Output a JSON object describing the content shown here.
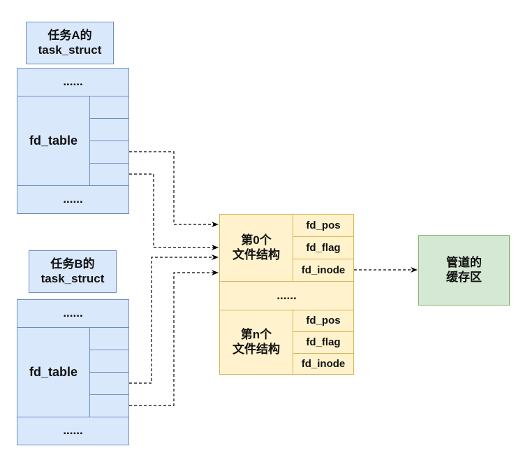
{
  "diagram": {
    "task_a": {
      "label": "任务A的\ntask_struct",
      "top_ellipsis": "......",
      "fd_table_label": "fd_table",
      "bottom_ellipsis": "......",
      "slot_count": 4
    },
    "task_b": {
      "label": "任务B的\ntask_struct",
      "top_ellipsis": "......",
      "fd_table_label": "fd_table",
      "bottom_ellipsis": "......",
      "slot_count": 4
    },
    "file_table": {
      "file_0": {
        "label": "第0个\n文件结构",
        "fields": [
          "fd_pos",
          "fd_flag",
          "fd_inode"
        ]
      },
      "middle_ellipsis": "......",
      "file_n": {
        "label": "第n个\n文件结构",
        "fields": [
          "fd_pos",
          "fd_flag",
          "fd_inode"
        ]
      }
    },
    "pipe_buffer": {
      "label": "管道的\n缓存区"
    },
    "connections": [
      {
        "from": "task_a.fd_slot_3",
        "to": "file_0",
        "style": "dashed-arrow"
      },
      {
        "from": "task_a.fd_slot_4",
        "to": "file_0",
        "style": "dashed-arrow"
      },
      {
        "from": "task_b.fd_slot_3",
        "to": "file_0",
        "style": "dashed-arrow"
      },
      {
        "from": "task_b.fd_slot_4",
        "to": "file_0",
        "style": "dashed-arrow"
      },
      {
        "from": "file_0.fd_inode",
        "to": "pipe_buffer",
        "style": "dashed-arrow"
      }
    ],
    "colors": {
      "task_fill": "#dae8fc",
      "task_stroke": "#6c8ebf",
      "file_fill": "#fff2cc",
      "file_stroke": "#d6b656",
      "pipe_fill": "#d5e8d4",
      "pipe_stroke": "#82b366"
    }
  }
}
